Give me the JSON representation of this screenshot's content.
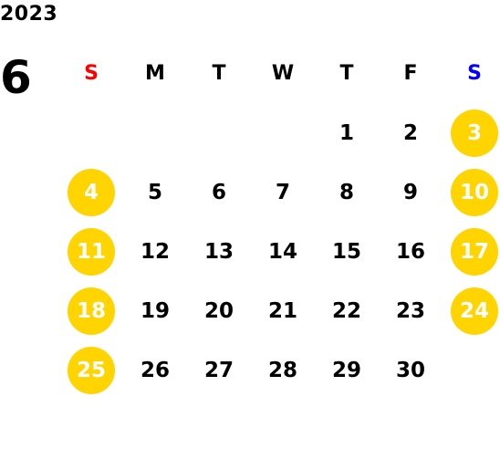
{
  "calendar": {
    "year": "2023",
    "month": "6",
    "weekdays": [
      "S",
      "M",
      "T",
      "W",
      "T",
      "F",
      "S"
    ],
    "weekday_colors": [
      "#ff0000",
      "#000000",
      "#000000",
      "#000000",
      "#000000",
      "#000000",
      "#0000ff"
    ],
    "weeks": [
      [
        "",
        "",
        "",
        "",
        "1",
        "2",
        "3"
      ],
      [
        "4",
        "5",
        "6",
        "7",
        "8",
        "9",
        "10"
      ],
      [
        "11",
        "12",
        "13",
        "14",
        "15",
        "16",
        "17"
      ],
      [
        "18",
        "19",
        "20",
        "21",
        "22",
        "23",
        "24"
      ],
      [
        "25",
        "26",
        "27",
        "28",
        "29",
        "30",
        ""
      ]
    ],
    "highlight_color": "#ffd400",
    "highlight_text_color": "#ffffff",
    "day_text_color": "#000000"
  }
}
